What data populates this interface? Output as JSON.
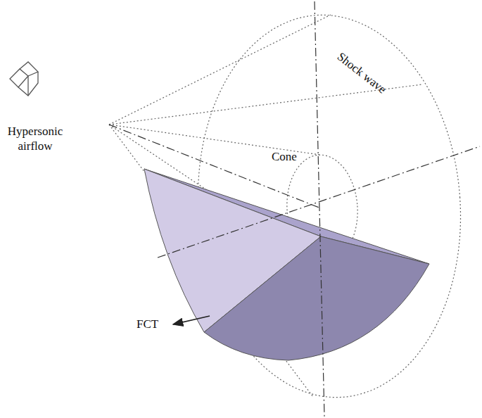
{
  "diagram": {
    "labels": [
      "Hypersonic airflow",
      "Cone",
      "Shock wave",
      "FCT"
    ]
  }
}
